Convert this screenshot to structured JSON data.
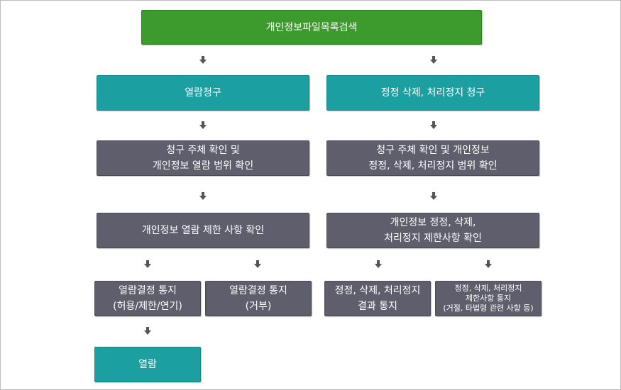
{
  "title": "개인정보파일목록검색",
  "left": {
    "request": "열람청구",
    "verify": [
      "청구 주체 확인 및",
      "개인정보 열람 범위 확인"
    ],
    "restrict": "개인정보 열람 제한 사항 확인",
    "notice_allow": [
      "열람결정 통지",
      "(허용/제한/연기)"
    ],
    "notice_deny": [
      "열람결정 통지",
      "(거부)"
    ],
    "final": "열람"
  },
  "right": {
    "request": "정정 삭제, 처리정지 청구",
    "verify": [
      "청구 주체 확인 및 개인정보",
      "정정, 삭제, 처리정지 범위 확인"
    ],
    "restrict": [
      "개인정보 정정, 삭제,",
      "처리정지 제한사항 확인"
    ],
    "result": [
      "정정, 삭제, 처리정지",
      "결과 통지"
    ],
    "notice": [
      "정정, 삭제, 처리정지",
      "제한사항 통지",
      "(거절, 타법령 관련 사항 등)"
    ]
  },
  "colors": {
    "top_box": "#3d9a2d",
    "teal_box": "#1c9fa0",
    "gray_box": "#5e5e6c",
    "arrow": "#555555"
  },
  "icons": {
    "connector": "arrow-down-icon"
  }
}
